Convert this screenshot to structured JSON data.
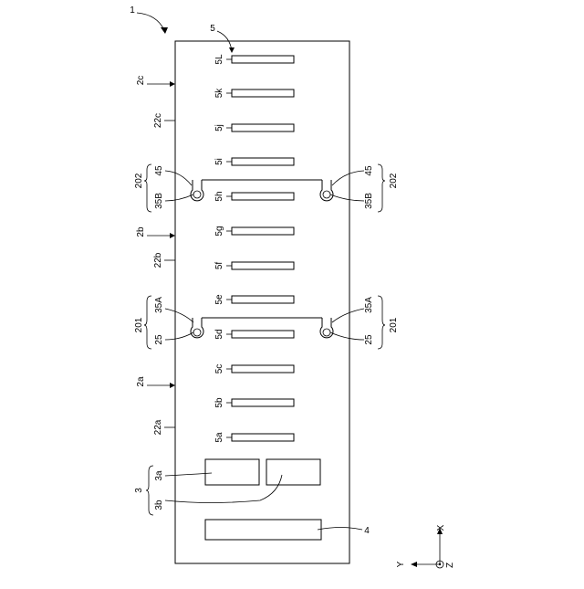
{
  "figure": {
    "ref_main": "1",
    "ref_element_group": "5",
    "elements": [
      "5a",
      "5b",
      "5c",
      "5d",
      "5e",
      "5f",
      "5g",
      "5h",
      "5i",
      "5j",
      "5k",
      "5L"
    ],
    "sections": [
      {
        "ref": "2a",
        "face": "22a"
      },
      {
        "ref": "2b",
        "face": "22b"
      },
      {
        "ref": "2c",
        "face": "22c"
      }
    ],
    "joints": [
      {
        "group": "201",
        "hook": "35A",
        "pin": "25"
      },
      {
        "group": "202",
        "hook": "35B",
        "pin": "45"
      }
    ],
    "ref_3": "3",
    "ref_3a": "3a",
    "ref_3b": "3b",
    "ref_4": "4",
    "axes": {
      "x": "X",
      "y": "Y",
      "z": "Z"
    }
  }
}
